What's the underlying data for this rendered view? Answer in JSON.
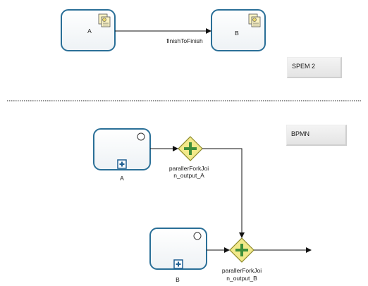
{
  "spem": {
    "task_a": {
      "label": "A",
      "icon": "task-doc-icon"
    },
    "task_b": {
      "label": "B",
      "icon": "task-doc-icon"
    },
    "link_label": "finishToFinish",
    "note": "SPEM 2"
  },
  "bpmn": {
    "note": "BPMN",
    "task_a": {
      "label": "A",
      "icon": "subprocess-plus-icon"
    },
    "task_b": {
      "label": "B",
      "icon": "subprocess-plus-icon"
    },
    "gateway_a": {
      "label_lines": [
        "parallerForkJoi",
        "n_output_A"
      ],
      "icon": "parallel-gateway-icon"
    },
    "gateway_b": {
      "label_lines": [
        "parallerForkJoi",
        "n_output_B"
      ],
      "icon": "parallel-gateway-icon"
    }
  },
  "colors": {
    "task_border": "#2a6f97",
    "gateway_fill": "#f2e98a",
    "gateway_border": "#8c8a2a",
    "gateway_cross": "#3f8f3a",
    "subprocess_marker": "#1f5f92",
    "separator": "#6a6a6a"
  }
}
